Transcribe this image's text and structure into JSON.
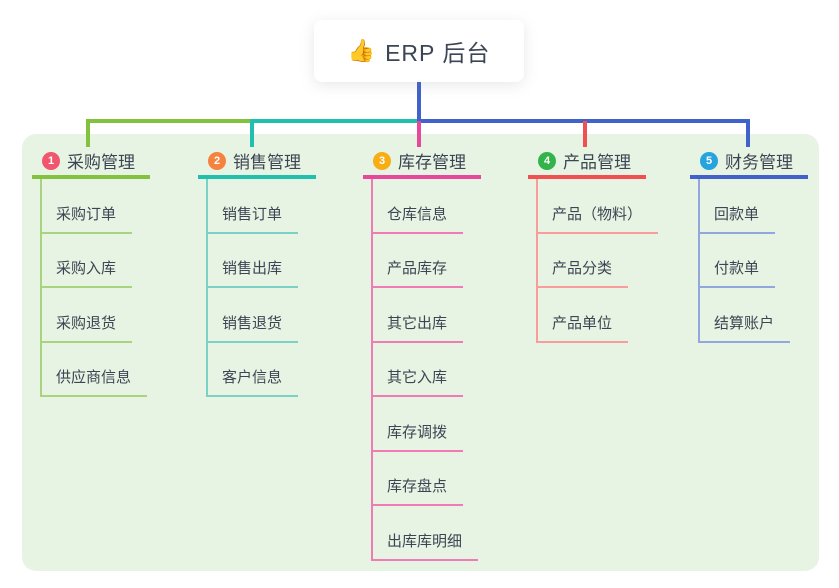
{
  "root": {
    "icon": "👍",
    "label": "ERP 后台"
  },
  "colors": {
    "panel_background": "#E8F4E3",
    "text": "#3C4553",
    "root_stem": "#4161CB"
  },
  "connectors": {
    "segment_left": "#82C23E",
    "segment_middle": "#21BFAE",
    "segment_right": "#4161CB"
  },
  "branches": [
    {
      "badge": "1",
      "label": "采购管理",
      "color": "#82C23E",
      "light": "#A9D47F",
      "badge_color": "#F0566E",
      "children": [
        {
          "label": "采购订单"
        },
        {
          "label": "采购入库"
        },
        {
          "label": "采购退货"
        },
        {
          "label": "供应商信息"
        }
      ]
    },
    {
      "badge": "2",
      "label": "销售管理",
      "color": "#21BFAE",
      "light": "#7CD1C7",
      "badge_color": "#F6823F",
      "children": [
        {
          "label": "销售订单"
        },
        {
          "label": "销售出库"
        },
        {
          "label": "销售退货"
        },
        {
          "label": "客户信息"
        }
      ]
    },
    {
      "badge": "3",
      "label": "库存管理",
      "color": "#E8489B",
      "light": "#F07CB5",
      "badge_color": "#F8AD14",
      "children": [
        {
          "label": "仓库信息"
        },
        {
          "label": "产品库存"
        },
        {
          "label": "其它出库"
        },
        {
          "label": "其它入库"
        },
        {
          "label": "库存调拨"
        },
        {
          "label": "库存盘点"
        },
        {
          "label": "出库库明细"
        }
      ]
    },
    {
      "badge": "4",
      "label": "产品管理",
      "color": "#F15051",
      "light": "#F89D9B",
      "badge_color": "#32B44A",
      "children": [
        {
          "label": "产品（物料）"
        },
        {
          "label": "产品分类"
        },
        {
          "label": "产品单位"
        }
      ]
    },
    {
      "badge": "5",
      "label": "财务管理",
      "color": "#4161CB",
      "light": "#92A7DC",
      "badge_color": "#25A4DE",
      "children": [
        {
          "label": "回款单"
        },
        {
          "label": "付款单"
        },
        {
          "label": "结算账户"
        }
      ]
    }
  ]
}
